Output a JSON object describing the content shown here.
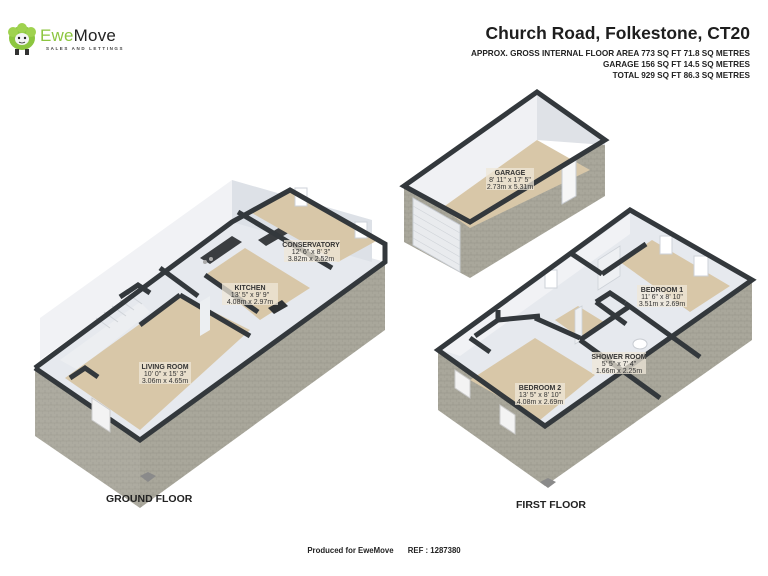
{
  "brand": {
    "name_part1": "Ewe",
    "name_part2": "Move",
    "tagline": "SALES AND LETTINGS",
    "accent_color": "#8cc63f"
  },
  "header": {
    "title": "Church Road, Folkestone, CT20",
    "area_lines": [
      "APPROX. GROSS INTERNAL FLOOR AREA 773 SQ FT 71.8 SQ METRES",
      "GARAGE 156 SQ FT 14.5 SQ METRES",
      "TOTAL 929 SQ FT 86.3 SQ METRES"
    ]
  },
  "floors": {
    "ground": {
      "label": "GROUND FLOOR",
      "rooms": [
        {
          "name": "CONSERVATORY",
          "imperial": "12' 6\" x 8' 3\"",
          "metric": "3.82m x 2.52m"
        },
        {
          "name": "KITCHEN",
          "imperial": "13' 5\" x 9' 9\"",
          "metric": "4.08m x 2.97m"
        },
        {
          "name": "LIVING ROOM",
          "imperial": "10' 0\" x 15' 3\"",
          "metric": "3.06m x 4.65m"
        }
      ]
    },
    "garage": {
      "rooms": [
        {
          "name": "GARAGE",
          "imperial": "8' 11\" x 17' 5\"",
          "metric": "2.73m x 5.31m"
        }
      ]
    },
    "first": {
      "label": "FIRST FLOOR",
      "rooms": [
        {
          "name": "BEDROOM 1",
          "imperial": "11' 6\" x 8' 10\"",
          "metric": "3.51m x 2.69m"
        },
        {
          "name": "SHOWER ROOM",
          "imperial": "5' 5\" x 7' 4\"",
          "metric": "1.66m x 2.25m"
        },
        {
          "name": "BEDROOM 2",
          "imperial": "13' 5\" x 8' 10\"",
          "metric": "4.08m x 2.69m"
        }
      ]
    }
  },
  "footer": {
    "produced_for": "Produced for EweMove",
    "ref": "REF : 1287380"
  },
  "colors": {
    "floor": "#d8c7a8",
    "wall_top": "#33383c",
    "inner_wall": "#e6e9ee",
    "brick": "#a9a79b"
  }
}
